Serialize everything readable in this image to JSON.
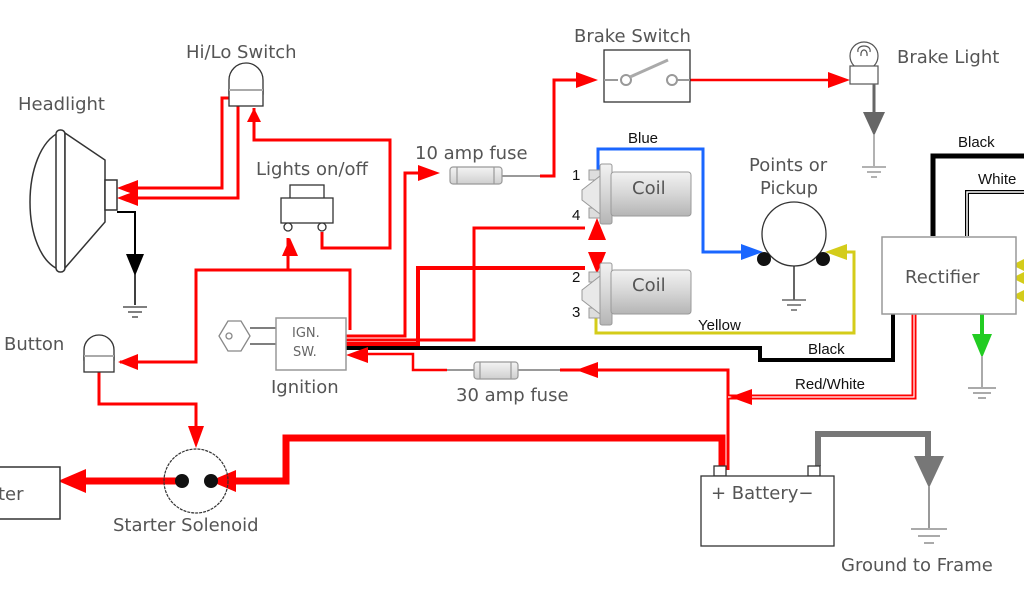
{
  "title": "Motorcycle wiring diagram",
  "colors": {
    "power": "#ff0000",
    "ground": "#000000",
    "blue": "#1a66ff",
    "yellow": "#d4cc1a",
    "green": "#22cc22",
    "grey": "#777777"
  },
  "components": {
    "headlight": "Headlight",
    "hilo_switch": "Hi/Lo Switch",
    "lights_switch": "Lights on/off",
    "brake_switch": "Brake Switch",
    "brake_light": "Brake Light",
    "fuse_10": "10 amp fuse",
    "fuse_30": "30 amp fuse",
    "coil_top": "Coil",
    "coil_bottom": "Coil",
    "points": "Points or Pickup",
    "points_line1": "Points or",
    "points_line2": "Pickup",
    "rectifier": "Rectifier",
    "ignition": "Ignition",
    "ign_sw_line1": "IGN.",
    "ign_sw_line2": "SW.",
    "button": "Button",
    "starter": "ter",
    "starter_solenoid": "Starter Solenoid",
    "battery": "+ Battery−",
    "ground_to_frame": "Ground to Frame"
  },
  "wires": {
    "blue": "Blue",
    "yellow": "Yellow",
    "black_top": "Black",
    "white": "White",
    "black_bottom": "Black",
    "red_white": "Red/White"
  },
  "coil_pins": [
    "1",
    "4",
    "2",
    "3"
  ]
}
